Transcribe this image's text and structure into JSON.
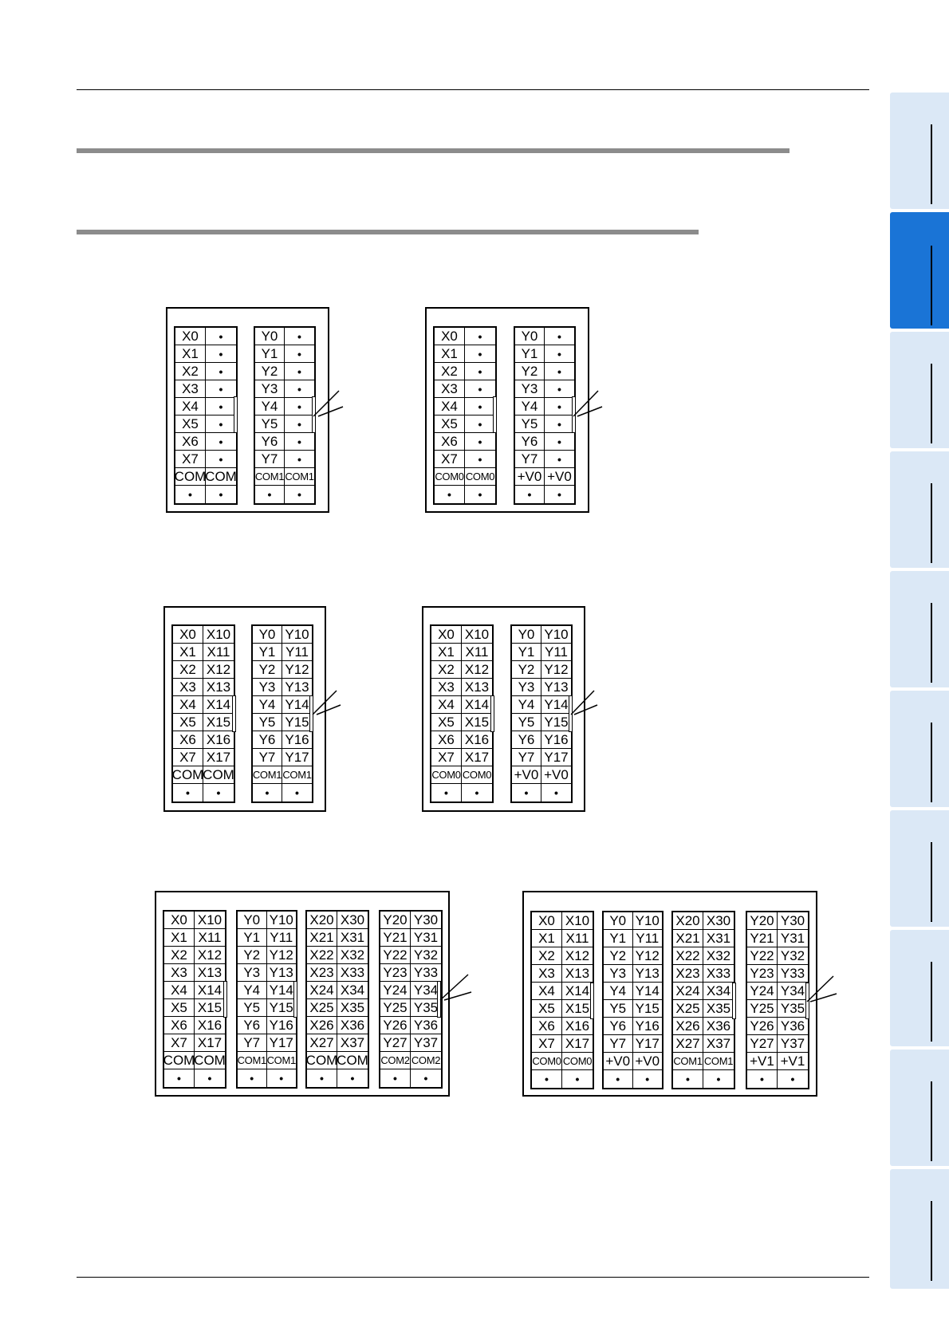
{
  "page": {
    "side_tabs": [
      {
        "active": false
      },
      {
        "active": true
      },
      {
        "active": false
      },
      {
        "active": false
      },
      {
        "active": false
      },
      {
        "active": false
      },
      {
        "active": false
      },
      {
        "active": false
      },
      {
        "active": false
      },
      {
        "active": false
      }
    ]
  },
  "diagrams": [
    {
      "blocks": [
        {
          "rows": [
            [
              "X0",
              "•"
            ],
            [
              "X1",
              "•"
            ],
            [
              "X2",
              "•"
            ],
            [
              "X3",
              "•"
            ],
            [
              "X4",
              "•"
            ],
            [
              "X5",
              "•"
            ],
            [
              "X6",
              "•"
            ],
            [
              "X7",
              "•"
            ],
            [
              "COM",
              "COM"
            ],
            [
              "•",
              "•"
            ]
          ]
        },
        {
          "rows": [
            [
              "Y0",
              "•"
            ],
            [
              "Y1",
              "•"
            ],
            [
              "Y2",
              "•"
            ],
            [
              "Y3",
              "•"
            ],
            [
              "Y4",
              "•"
            ],
            [
              "Y5",
              "•"
            ],
            [
              "Y6",
              "•"
            ],
            [
              "Y7",
              "•"
            ],
            [
              "COM1",
              "COM1"
            ],
            [
              "•",
              "•"
            ]
          ]
        }
      ]
    },
    {
      "blocks": [
        {
          "rows": [
            [
              "X0",
              "•"
            ],
            [
              "X1",
              "•"
            ],
            [
              "X2",
              "•"
            ],
            [
              "X3",
              "•"
            ],
            [
              "X4",
              "•"
            ],
            [
              "X5",
              "•"
            ],
            [
              "X6",
              "•"
            ],
            [
              "X7",
              "•"
            ],
            [
              "COM0",
              "COM0"
            ],
            [
              "•",
              "•"
            ]
          ]
        },
        {
          "rows": [
            [
              "Y0",
              "•"
            ],
            [
              "Y1",
              "•"
            ],
            [
              "Y2",
              "•"
            ],
            [
              "Y3",
              "•"
            ],
            [
              "Y4",
              "•"
            ],
            [
              "Y5",
              "•"
            ],
            [
              "Y6",
              "•"
            ],
            [
              "Y7",
              "•"
            ],
            [
              "+V0",
              "+V0"
            ],
            [
              "•",
              "•"
            ]
          ]
        }
      ]
    },
    {
      "blocks": [
        {
          "rows": [
            [
              "X0",
              "X10"
            ],
            [
              "X1",
              "X11"
            ],
            [
              "X2",
              "X12"
            ],
            [
              "X3",
              "X13"
            ],
            [
              "X4",
              "X14"
            ],
            [
              "X5",
              "X15"
            ],
            [
              "X6",
              "X16"
            ],
            [
              "X7",
              "X17"
            ],
            [
              "COM",
              "COM"
            ],
            [
              "•",
              "•"
            ]
          ]
        },
        {
          "rows": [
            [
              "Y0",
              "Y10"
            ],
            [
              "Y1",
              "Y11"
            ],
            [
              "Y2",
              "Y12"
            ],
            [
              "Y3",
              "Y13"
            ],
            [
              "Y4",
              "Y14"
            ],
            [
              "Y5",
              "Y15"
            ],
            [
              "Y6",
              "Y16"
            ],
            [
              "Y7",
              "Y17"
            ],
            [
              "COM1",
              "COM1"
            ],
            [
              "•",
              "•"
            ]
          ]
        }
      ]
    },
    {
      "blocks": [
        {
          "rows": [
            [
              "X0",
              "X10"
            ],
            [
              "X1",
              "X11"
            ],
            [
              "X2",
              "X12"
            ],
            [
              "X3",
              "X13"
            ],
            [
              "X4",
              "X14"
            ],
            [
              "X5",
              "X15"
            ],
            [
              "X6",
              "X16"
            ],
            [
              "X7",
              "X17"
            ],
            [
              "COM0",
              "COM0"
            ],
            [
              "•",
              "•"
            ]
          ]
        },
        {
          "rows": [
            [
              "Y0",
              "Y10"
            ],
            [
              "Y1",
              "Y11"
            ],
            [
              "Y2",
              "Y12"
            ],
            [
              "Y3",
              "Y13"
            ],
            [
              "Y4",
              "Y14"
            ],
            [
              "Y5",
              "Y15"
            ],
            [
              "Y6",
              "Y16"
            ],
            [
              "Y7",
              "Y17"
            ],
            [
              "+V0",
              "+V0"
            ],
            [
              "•",
              "•"
            ]
          ]
        }
      ]
    },
    {
      "blocks": [
        {
          "rows": [
            [
              "X0",
              "X10"
            ],
            [
              "X1",
              "X11"
            ],
            [
              "X2",
              "X12"
            ],
            [
              "X3",
              "X13"
            ],
            [
              "X4",
              "X14"
            ],
            [
              "X5",
              "X15"
            ],
            [
              "X6",
              "X16"
            ],
            [
              "X7",
              "X17"
            ],
            [
              "COM",
              "COM"
            ],
            [
              "•",
              "•"
            ]
          ]
        },
        {
          "rows": [
            [
              "Y0",
              "Y10"
            ],
            [
              "Y1",
              "Y11"
            ],
            [
              "Y2",
              "Y12"
            ],
            [
              "Y3",
              "Y13"
            ],
            [
              "Y4",
              "Y14"
            ],
            [
              "Y5",
              "Y15"
            ],
            [
              "Y6",
              "Y16"
            ],
            [
              "Y7",
              "Y17"
            ],
            [
              "COM1",
              "COM1"
            ],
            [
              "•",
              "•"
            ]
          ]
        },
        {
          "rows": [
            [
              "X20",
              "X30"
            ],
            [
              "X21",
              "X31"
            ],
            [
              "X22",
              "X32"
            ],
            [
              "X23",
              "X33"
            ],
            [
              "X24",
              "X34"
            ],
            [
              "X25",
              "X35"
            ],
            [
              "X26",
              "X36"
            ],
            [
              "X27",
              "X37"
            ],
            [
              "COM",
              "COM"
            ],
            [
              "•",
              "•"
            ]
          ]
        },
        {
          "rows": [
            [
              "Y20",
              "Y30"
            ],
            [
              "Y21",
              "Y31"
            ],
            [
              "Y22",
              "Y32"
            ],
            [
              "Y23",
              "Y33"
            ],
            [
              "Y24",
              "Y34"
            ],
            [
              "Y25",
              "Y35"
            ],
            [
              "Y26",
              "Y36"
            ],
            [
              "Y27",
              "Y37"
            ],
            [
              "COM2",
              "COM2"
            ],
            [
              "•",
              "•"
            ]
          ]
        }
      ]
    },
    {
      "blocks": [
        {
          "rows": [
            [
              "X0",
              "X10"
            ],
            [
              "X1",
              "X11"
            ],
            [
              "X2",
              "X12"
            ],
            [
              "X3",
              "X13"
            ],
            [
              "X4",
              "X14"
            ],
            [
              "X5",
              "X15"
            ],
            [
              "X6",
              "X16"
            ],
            [
              "X7",
              "X17"
            ],
            [
              "COM0",
              "COM0"
            ],
            [
              "•",
              "•"
            ]
          ]
        },
        {
          "rows": [
            [
              "Y0",
              "Y10"
            ],
            [
              "Y1",
              "Y11"
            ],
            [
              "Y2",
              "Y12"
            ],
            [
              "Y3",
              "Y13"
            ],
            [
              "Y4",
              "Y14"
            ],
            [
              "Y5",
              "Y15"
            ],
            [
              "Y6",
              "Y16"
            ],
            [
              "Y7",
              "Y17"
            ],
            [
              "+V0",
              "+V0"
            ],
            [
              "•",
              "•"
            ]
          ]
        },
        {
          "rows": [
            [
              "X20",
              "X30"
            ],
            [
              "X21",
              "X31"
            ],
            [
              "X22",
              "X32"
            ],
            [
              "X23",
              "X33"
            ],
            [
              "X24",
              "X34"
            ],
            [
              "X25",
              "X35"
            ],
            [
              "X26",
              "X36"
            ],
            [
              "X27",
              "X37"
            ],
            [
              "COM1",
              "COM1"
            ],
            [
              "•",
              "•"
            ]
          ]
        },
        {
          "rows": [
            [
              "Y20",
              "Y30"
            ],
            [
              "Y21",
              "Y31"
            ],
            [
              "Y22",
              "Y32"
            ],
            [
              "Y23",
              "Y33"
            ],
            [
              "Y24",
              "Y34"
            ],
            [
              "Y25",
              "Y35"
            ],
            [
              "Y26",
              "Y36"
            ],
            [
              "Y27",
              "Y37"
            ],
            [
              "+V1",
              "+V1"
            ],
            [
              "•",
              "•"
            ]
          ]
        }
      ]
    }
  ]
}
